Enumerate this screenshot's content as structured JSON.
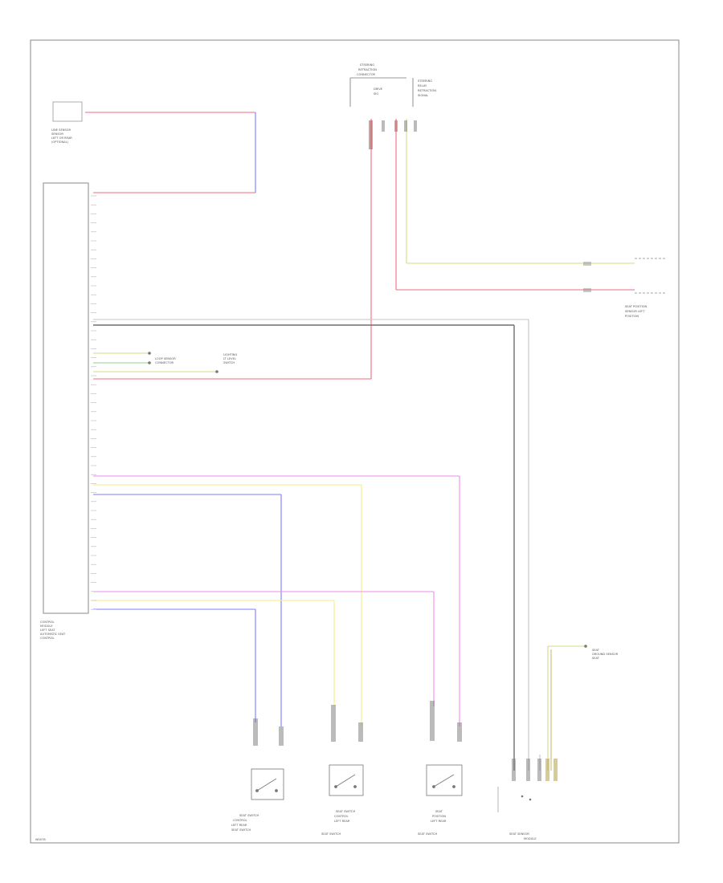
{
  "colors": {
    "red": "#f06b7f",
    "blue": "#7b7bff",
    "yellow": "#f3ee86",
    "magenta": "#f18af1",
    "grey": "#6f6f6f",
    "light_grey": "#c4c4c4",
    "yellow_green": "#d6da86"
  },
  "labels": {
    "sensor_top_left": [
      "LINE SENSOR",
      "SENSOR",
      "LEFT OR REAR",
      "(OPTIONAL)"
    ],
    "top_connector": [
      "STEERING",
      "RETRACTION",
      "CONNECTOR"
    ],
    "top_pin_a": [
      "DRIVE",
      "SIG"
    ],
    "top_pin_b": [
      "STEERING",
      "RELAY",
      "RETRACTION",
      "SIGNAL"
    ],
    "right_sensor": [
      "SEAT POSITION",
      "SENSOR LEFT",
      "POSITION"
    ],
    "mid_c1": [
      "LOOP SENSOR",
      "CONNECTOR"
    ],
    "mid_c2": [
      "LIGHTING",
      "LT LEVEL",
      "SWITCH"
    ],
    "module": [
      "CONTROL",
      "MODULE",
      "LEFT SEAT",
      "AUTOMATIC SEAT",
      "CONTROL"
    ],
    "sw1": [
      "SEAT SWITCH",
      "CONTROL",
      "LEFT REAR",
      "SEAT SWITCH"
    ],
    "sw2": [
      "SEAT SWITCH",
      "CONTROL",
      "LEFT REAR",
      "SEAT SWITCH"
    ],
    "sw3": [
      "SEAT",
      "POSITION",
      "LEFT REAR",
      "SEAT SWITCH"
    ],
    "bottom_right": [
      "SEAT SENSOR",
      "MODULE"
    ],
    "bottom_right_ground": [
      "SEAT",
      "GROUND SENSOR",
      "SEAT"
    ],
    "code": "W0078"
  }
}
